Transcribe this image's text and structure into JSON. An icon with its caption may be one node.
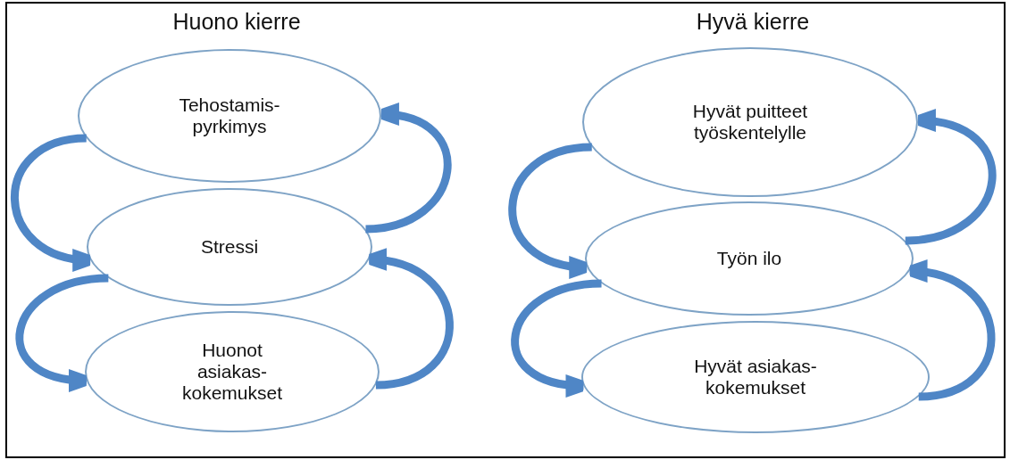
{
  "diagram": {
    "nodes": [
      {
        "text": [
          "Tehostamis- pyrkimys"
        ]
      },
      {
        "text": [
          "Stressi"
        ]
      },
      {
        "text": [
          "Huonot asiakas- kokemukset"
        ]
      },
      {
        "text": [
          "Hyvät puitteet työskentelylle"
        ]
      },
      {
        "text": [
          "Työn ilo"
        ]
      },
      {
        "text": [
          "Hyvät asiakas- kokemukset"
        ]
      }
    ],
    "edges": [
      {
        "from": 0,
        "to": 1,
        "arrow": "to"
      },
      {
        "from": 1,
        "to": 2,
        "arrow": "to"
      },
      {
        "from": 2,
        "to": 1,
        "arrow": "to"
      },
      {
        "from": 1,
        "to": 0,
        "arrow": "to"
      },
      {
        "from": 3,
        "to": 4,
        "arrow": "to"
      },
      {
        "from": 4,
        "to": 5,
        "arrow": "to"
      },
      {
        "from": 5,
        "to": 4,
        "arrow": "to"
      },
      {
        "from": 4,
        "to": 3,
        "arrow": "to"
      }
    ],
    "labels": [
      "Huono kierre",
      "Hyvä kierre"
    ]
  }
}
